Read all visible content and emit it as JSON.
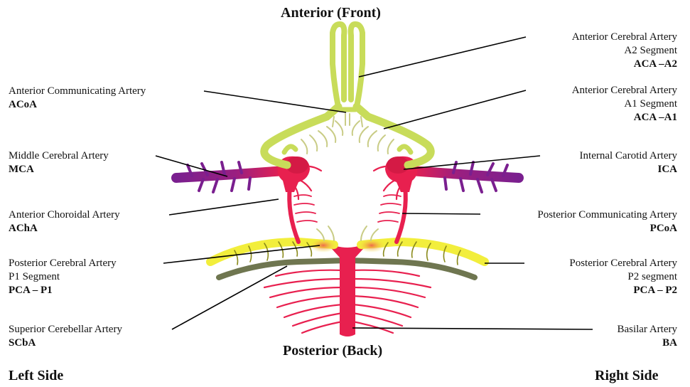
{
  "orientation": {
    "top": "Anterior (Front)",
    "bottom": "Posterior (Back)",
    "left": "Left Side",
    "right": "Right Side"
  },
  "labels": {
    "aca_a2": {
      "line1": "Anterior Cerebral Artery",
      "line2": "A2 Segment",
      "abbr": "ACA –A2"
    },
    "acoa": {
      "line1": "Anterior Communicating Artery",
      "abbr": "ACoA"
    },
    "aca_a1": {
      "line1": "Anterior Cerebral Artery",
      "line2": "A1 Segment",
      "abbr": "ACA –A1"
    },
    "mca": {
      "line1": "Middle Cerebral Artery",
      "abbr": "MCA"
    },
    "ica": {
      "line1": "Internal Carotid Artery",
      "abbr": "ICA"
    },
    "acha": {
      "line1": "Anterior Choroidal Artery",
      "abbr": "AChA"
    },
    "pcoa": {
      "line1": "Posterior Communicating Artery",
      "abbr": "PCoA"
    },
    "pca_p1": {
      "line1": "Posterior Cerebral Artery",
      "line2": "P1 Segment",
      "abbr": "PCA – P1"
    },
    "pca_p2": {
      "line1": "Posterior Cerebral Artery",
      "line2": "P2 segment",
      "abbr": "PCA – P2"
    },
    "scba": {
      "line1": "Superior Cerebellar Artery",
      "abbr": "SCbA"
    },
    "ba": {
      "line1": "Basilar Artery",
      "abbr": "BA"
    }
  },
  "colors": {
    "aca": "#c8dc5a",
    "aca_dark": "#6e7f1e",
    "ica": "#e8204f",
    "mca": "#7a1f8f",
    "pca": "#f2ee3c",
    "pca_dark": "#8a8a1a",
    "scba": "#6f7650",
    "perforator_green": "#c9cc86",
    "line": "#000000"
  }
}
